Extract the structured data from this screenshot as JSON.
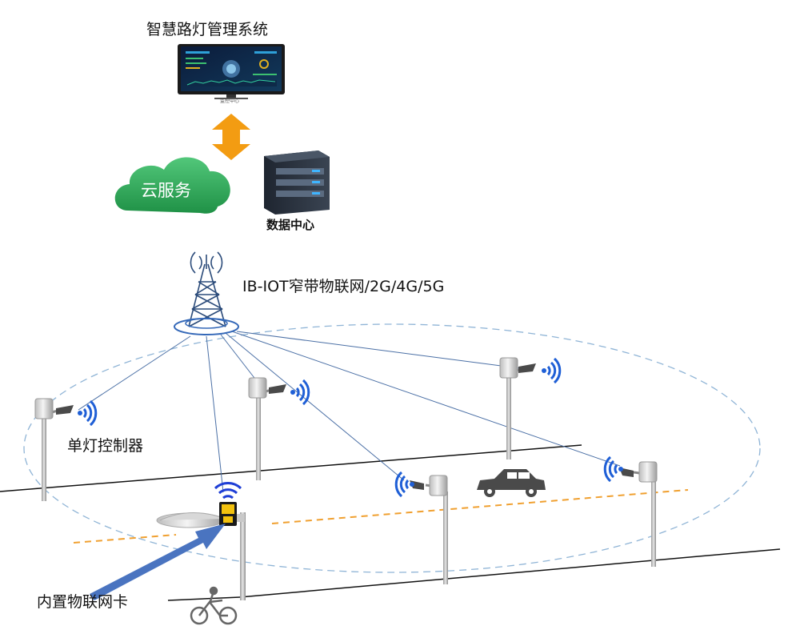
{
  "labels": {
    "system_title": "智慧路灯管理系统",
    "monitor_caption": "监控中心",
    "cloud": "云服务",
    "data_center": "数据中心",
    "network": "IB-IOT窄带物联网/2G/4G/5G",
    "single_lamp_controller": "单灯控制器",
    "builtin_iot_card": "内置物联网卡"
  },
  "colors": {
    "link_line": "#4a6fa5",
    "dashed_ellipse": "#8fb4d6",
    "road_center_dash": "#f0a030",
    "sync_arrow": "#f39c12",
    "cloud_green": "#2eab57",
    "wifi_blue": "#1f5fd6",
    "pointer_arrow": "#4a74c0"
  },
  "icons": [
    "monitor-icon",
    "sync-arrow-icon",
    "cloud-icon",
    "server-icon",
    "cell-tower-icon",
    "streetlight-icon",
    "wifi-signal-icon",
    "car-icon",
    "bicycle-icon",
    "lamp-head-icon",
    "sim-module-icon"
  ]
}
